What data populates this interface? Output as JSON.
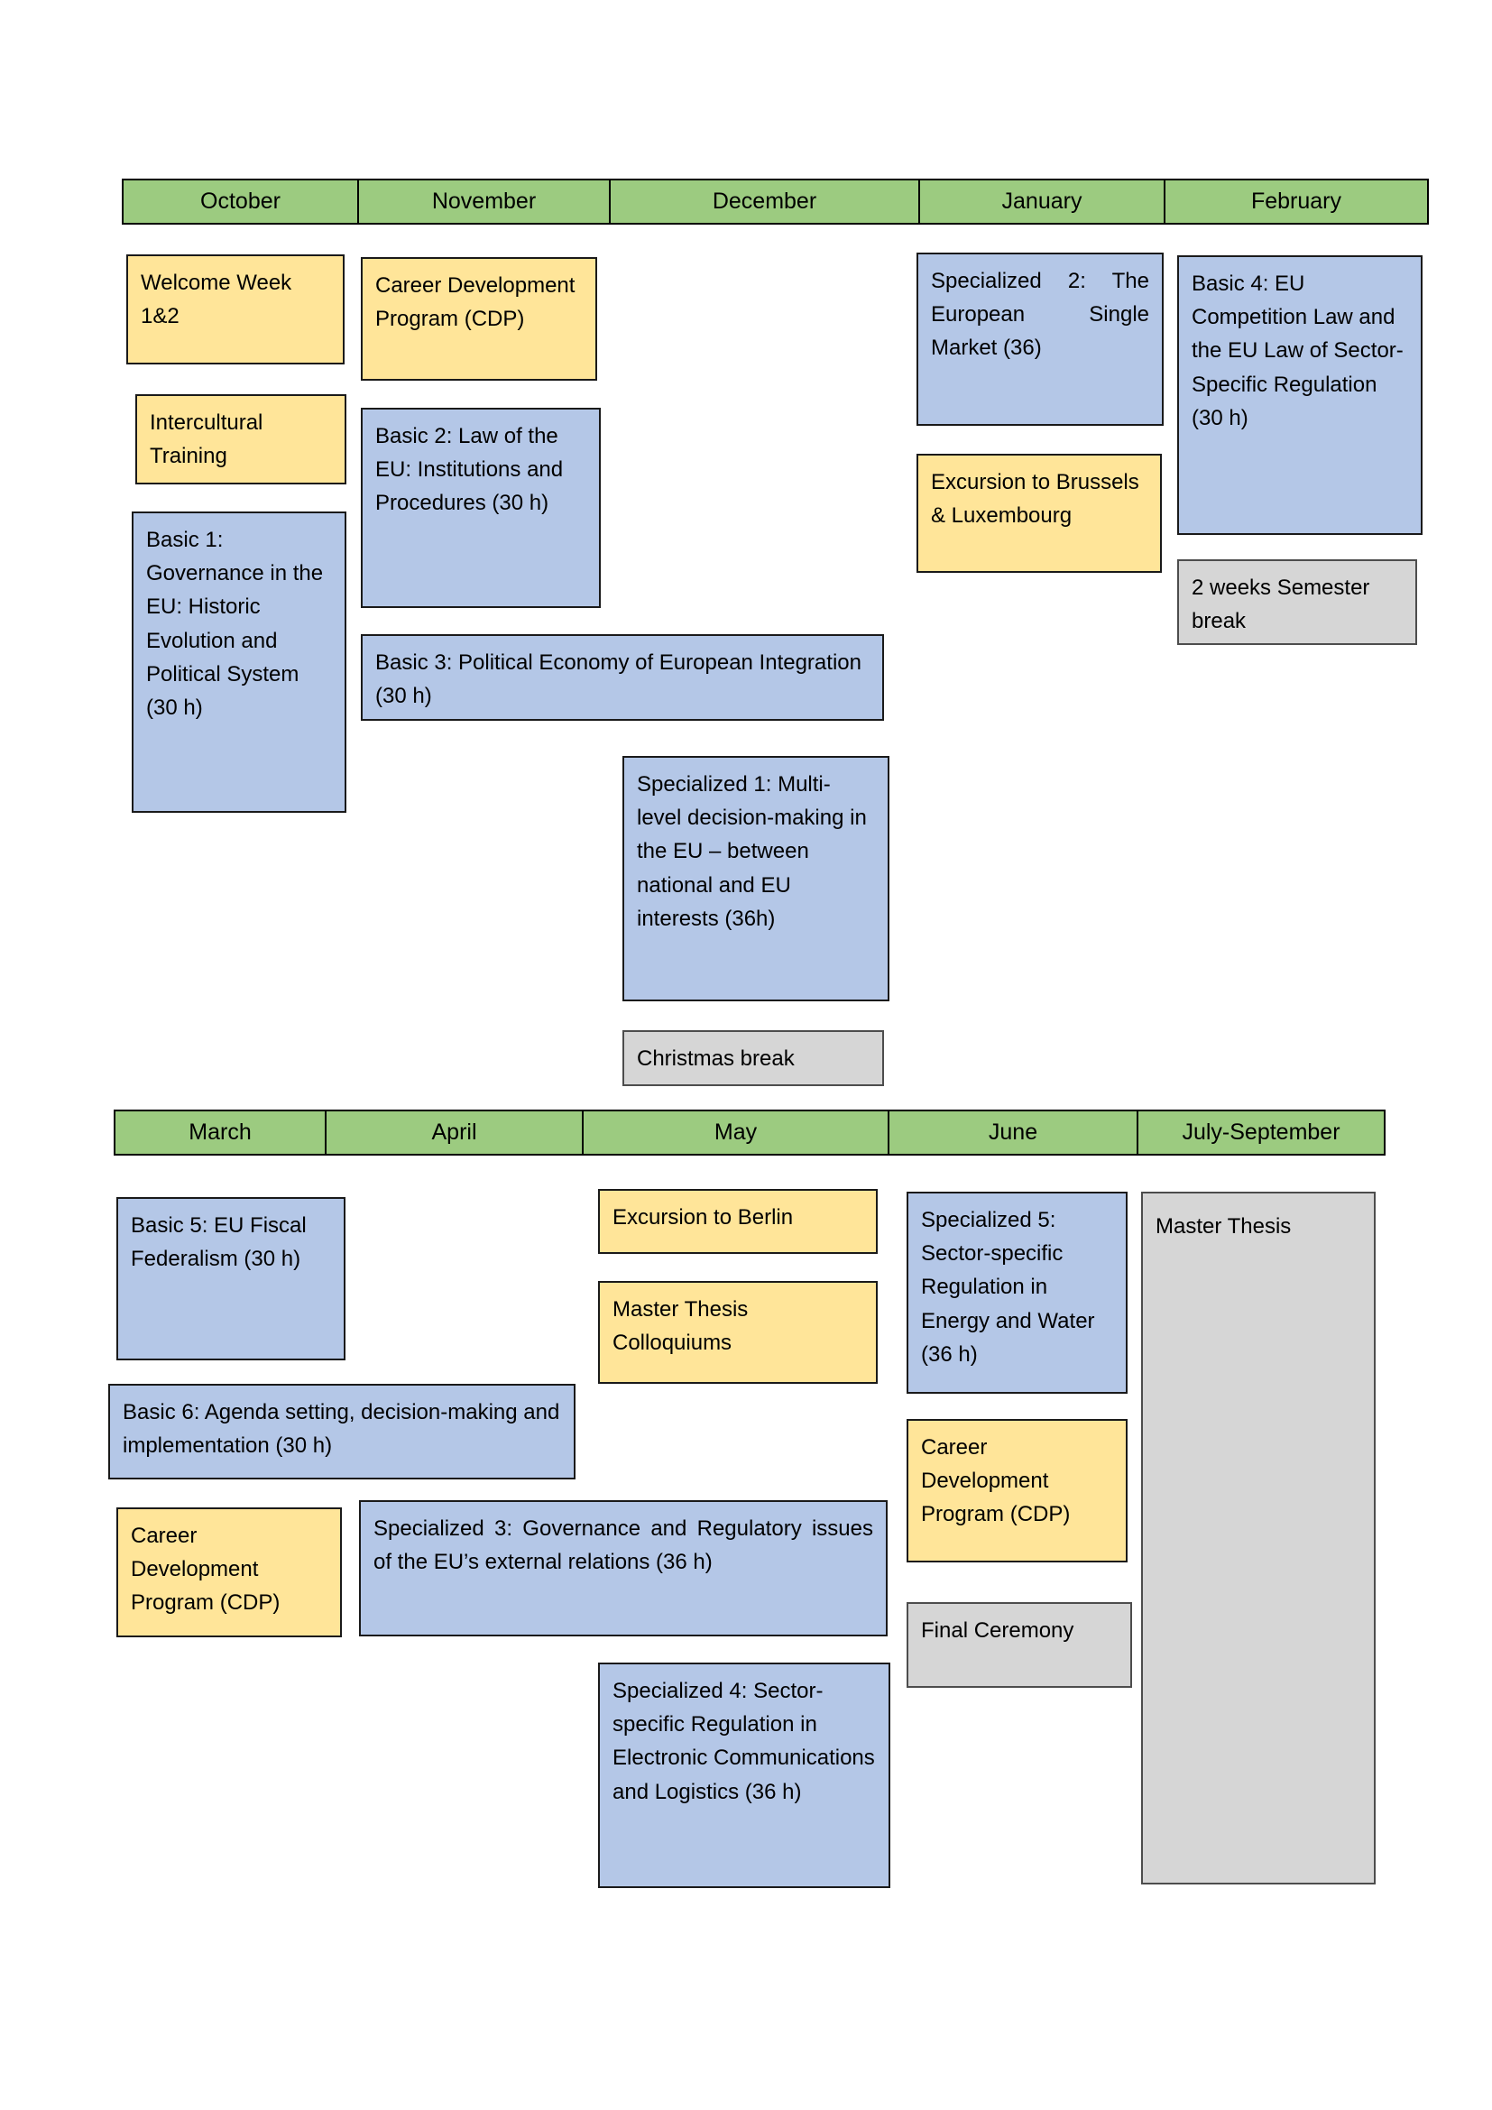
{
  "colors": {
    "month_header": "#9CCB80",
    "course_box": "#B4C7E7",
    "event_box": "#FFE599",
    "break_box": "#D6D6D6"
  },
  "top_months": [
    "October",
    "November",
    "December",
    "January",
    "February"
  ],
  "bottom_months": [
    "March",
    "April",
    "May",
    "June",
    "July-September"
  ],
  "boxes": {
    "welcome_week": "Welcome Week 1&2",
    "intercultural": "Intercultural Training",
    "basic1": "Basic 1: Governance in the EU: Historic Evolution and Political System (30 h)",
    "cdp_nov": "Career Development Program (CDP)",
    "basic2": "Basic 2: Law of the EU: Institutions and Procedures (30 h)",
    "basic3": "Basic 3: Political Economy of European Integration (30 h)",
    "specialized1": "Specialized 1: Multi-level decision-making in the EU – between national and EU interests (36h)",
    "christmas_break": "Christmas break",
    "specialized2": "Specialized 2: The European Single Market (36)",
    "excursion_brussels": "Excursion to Brussels & Luxembourg",
    "basic4": "Basic 4: EU Competition Law and the EU Law of Sector-Specific Regulation (30 h)",
    "semester_break": "2 weeks Semester break",
    "basic5": "Basic 5: EU Fiscal Federalism (30 h)",
    "basic6": "Basic 6: Agenda setting, decision-making and implementation (30 h)",
    "cdp_march": "Career Development Program (CDP)",
    "specialized3": "Specialized 3: Governance and Regulatory issues of the EU’s external relations (36 h)",
    "excursion_berlin": "Excursion to Berlin",
    "thesis_colloquiums": "Master Thesis Colloquiums",
    "specialized4": "Specialized 4: Sector-specific Regulation in Electronic Communications and Logistics (36 h)",
    "specialized5": "Specialized 5: Sector-specific Regulation in Energy and Water (36 h)",
    "cdp_june": "Career Development Program (CDP)",
    "final_ceremony": "Final Ceremony",
    "master_thesis": "Master Thesis"
  }
}
